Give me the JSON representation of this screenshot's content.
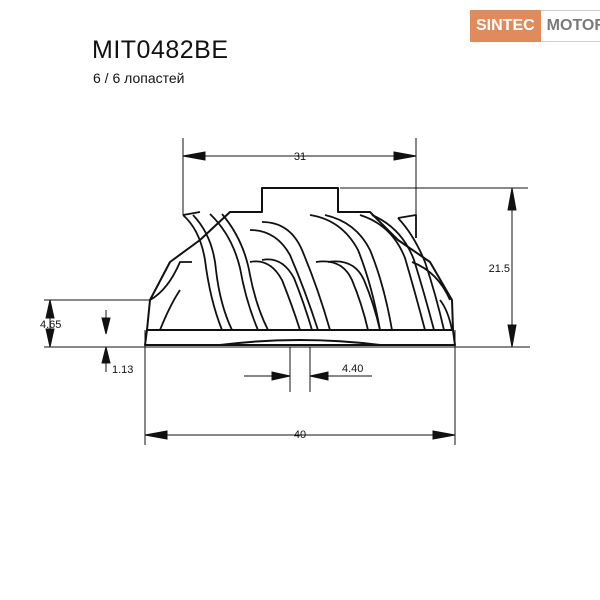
{
  "brand": {
    "name_part1": "SINTEC",
    "name_part2": "MOTORS",
    "colors": {
      "accent": "#e08b5c",
      "secondary": "#7a7a7a"
    }
  },
  "part": {
    "code": "MIT0482BE",
    "blades": "6 / 6 лопастей"
  },
  "dimensions": {
    "top_width": "31",
    "height": "21.5",
    "hub_height": "4.65",
    "base_offset": "1.13",
    "bore": "4.40",
    "base_width": "40"
  }
}
